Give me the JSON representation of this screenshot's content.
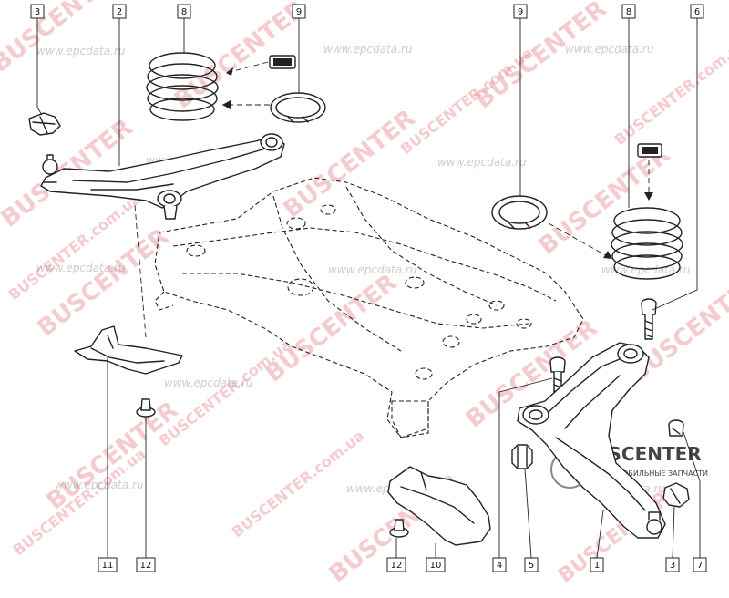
{
  "callouts": [
    {
      "id": "c-3-top",
      "label": "3"
    },
    {
      "id": "c-2-top",
      "label": "2"
    },
    {
      "id": "c-8-top-left",
      "label": "8"
    },
    {
      "id": "c-9-top-left",
      "label": "9"
    },
    {
      "id": "c-9-top-right",
      "label": "9"
    },
    {
      "id": "c-8-top-right",
      "label": "8"
    },
    {
      "id": "c-6-top",
      "label": "6"
    },
    {
      "id": "c-11-bottom",
      "label": "11"
    },
    {
      "id": "c-12-bottom-left",
      "label": "12"
    },
    {
      "id": "c-12-bottom-mid",
      "label": "12"
    },
    {
      "id": "c-10-bottom",
      "label": "10"
    },
    {
      "id": "c-4-bottom",
      "label": "4"
    },
    {
      "id": "c-5-bottom",
      "label": "5"
    },
    {
      "id": "c-1-bottom",
      "label": "1"
    },
    {
      "id": "c-3-bottom",
      "label": "3"
    },
    {
      "id": "c-7-bottom",
      "label": "7"
    }
  ],
  "watermarks": {
    "brand": "BUSCENTER",
    "brand_domain": "BUSCENTER.com.ua",
    "site": "www.epcdata.ru",
    "site_short": "epcdata.ru",
    "domain_suffix": ".com.ua"
  },
  "logo": {
    "title": "BUSCENTER",
    "subtitle": "АВТОМОБИЛЬНЫЕ ЗАПЧАСТИ"
  },
  "colors": {
    "watermark_pink": "#e88e94",
    "watermark_gray": "#9a9a9a",
    "line": "#222222"
  }
}
